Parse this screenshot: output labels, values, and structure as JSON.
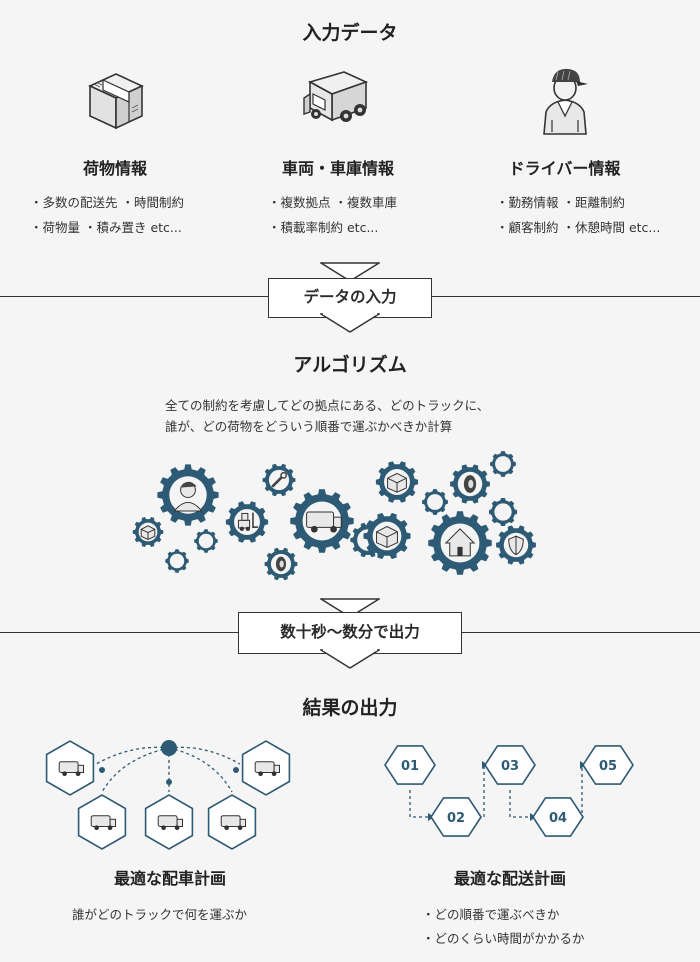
{
  "input": {
    "title": "入力データ",
    "cols": [
      {
        "title": "荷物情報",
        "lines": [
          "・多数の配送先 ・時間制約",
          "・荷物量 ・積み置き etc..."
        ]
      },
      {
        "title": "車両・車庫情報",
        "lines": [
          "・複数拠点 ・複数車庫",
          "・積載率制約 etc..."
        ]
      },
      {
        "title": "ドライバー情報",
        "lines": [
          "・勤務情報 ・距離制約",
          "・顧客制約 ・休憩時間 etc..."
        ]
      }
    ]
  },
  "step1": "データの入力",
  "algorithm": {
    "title": "アルゴリズム",
    "lines": [
      "全ての制約を考慮してどの拠点にある、どのトラックに、",
      "誰が、どの荷物をどういう順番で運ぶかべきか計算"
    ]
  },
  "step2": "数十秒〜数分で出力",
  "result": {
    "title": "結果の出力",
    "left": {
      "title": "最適な配車計画",
      "lines": [
        "誰がどのトラックで何を運ぶか"
      ]
    },
    "right": {
      "title": "最適な配送計画",
      "lines": [
        "・どの順番で運ぶべきか",
        "・どのくらい時間がかかるか"
      ],
      "steps": [
        "01",
        "02",
        "03",
        "04",
        "05"
      ]
    }
  },
  "colors": {
    "accent": "#2d5a74",
    "line": "#333333",
    "bg": "#f5f5f5"
  },
  "icons": [
    "box-icon",
    "truck-icon",
    "driver-icon",
    "gear-icon",
    "warehouse-icon",
    "tire-icon",
    "shield-icon",
    "wrench-icon",
    "forklift-icon",
    "hexagon-icon"
  ]
}
